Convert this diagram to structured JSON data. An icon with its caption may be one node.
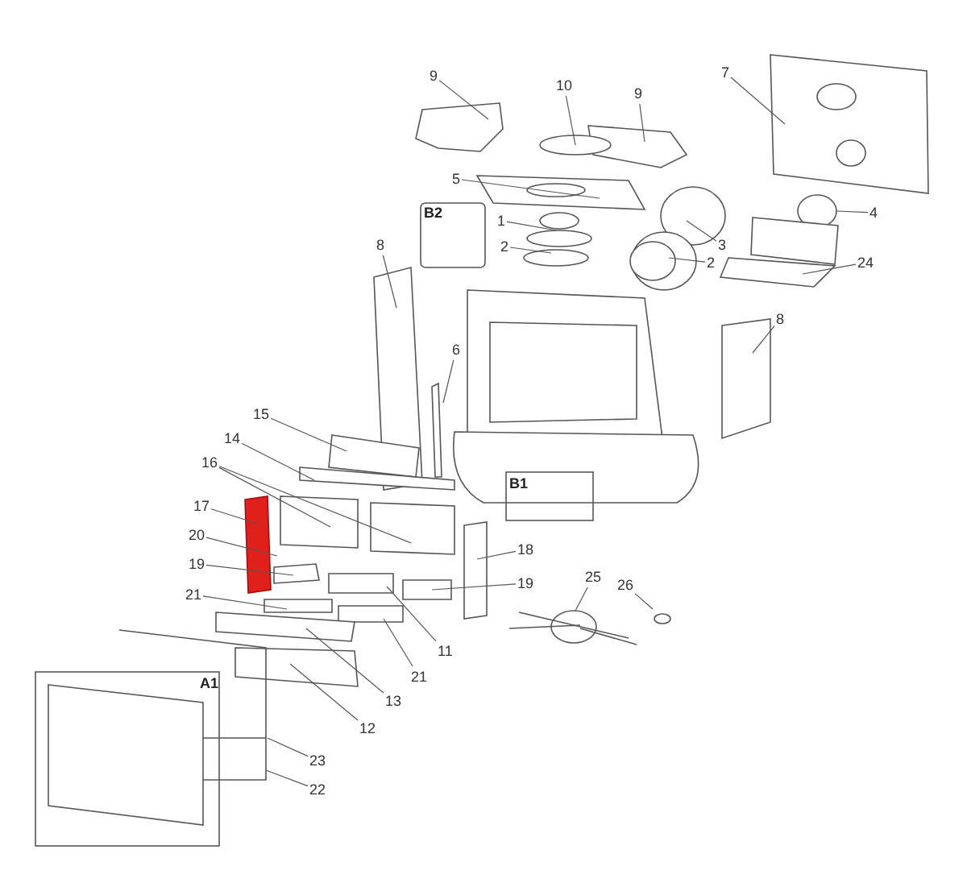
{
  "diagram": {
    "nodes": [
      {
        "text": [
          "9"
        ]
      },
      {
        "text": [
          "10"
        ]
      },
      {
        "text": [
          "9"
        ]
      },
      {
        "text": [
          "7"
        ]
      },
      {
        "text": [
          "5"
        ]
      },
      {
        "text": [
          "4"
        ]
      },
      {
        "text": [
          "1"
        ]
      },
      {
        "text": [
          "8"
        ]
      },
      {
        "text": [
          "2"
        ]
      },
      {
        "text": [
          "3"
        ]
      },
      {
        "text": [
          "2"
        ]
      },
      {
        "text": [
          "24"
        ]
      },
      {
        "text": [
          "8"
        ]
      },
      {
        "text": [
          "6"
        ]
      },
      {
        "text": [
          "15"
        ]
      },
      {
        "text": [
          "14"
        ]
      },
      {
        "text": [
          "16"
        ]
      },
      {
        "text": [
          "17"
        ]
      },
      {
        "text": [
          "20"
        ]
      },
      {
        "text": [
          "18"
        ]
      },
      {
        "text": [
          "19"
        ]
      },
      {
        "text": [
          "19"
        ]
      },
      {
        "text": [
          "25"
        ]
      },
      {
        "text": [
          "26"
        ]
      },
      {
        "text": [
          "21"
        ]
      },
      {
        "text": [
          "11"
        ]
      },
      {
        "text": [
          "21"
        ]
      },
      {
        "text": [
          "13"
        ]
      },
      {
        "text": [
          "12"
        ]
      },
      {
        "text": [
          "23"
        ]
      },
      {
        "text": [
          "22"
        ]
      }
    ],
    "edges": [
      {
        "from": 0,
        "to": null,
        "arrow": "none"
      },
      {
        "from": 1,
        "to": null,
        "arrow": "none"
      },
      {
        "from": 2,
        "to": null,
        "arrow": "none"
      },
      {
        "from": 3,
        "to": null,
        "arrow": "none"
      },
      {
        "from": 4,
        "to": null,
        "arrow": "none"
      },
      {
        "from": 5,
        "to": null,
        "arrow": "none"
      },
      {
        "from": 6,
        "to": null,
        "arrow": "none"
      },
      {
        "from": 7,
        "to": null,
        "arrow": "none"
      },
      {
        "from": 8,
        "to": null,
        "arrow": "none"
      },
      {
        "from": 9,
        "to": null,
        "arrow": "none"
      },
      {
        "from": 10,
        "to": null,
        "arrow": "none"
      },
      {
        "from": 11,
        "to": null,
        "arrow": "none"
      },
      {
        "from": 12,
        "to": null,
        "arrow": "none"
      },
      {
        "from": 13,
        "to": null,
        "arrow": "none"
      },
      {
        "from": 14,
        "to": null,
        "arrow": "none"
      },
      {
        "from": 15,
        "to": null,
        "arrow": "none"
      },
      {
        "from": 16,
        "to": null,
        "arrow": "none"
      },
      {
        "from": 16,
        "to": null,
        "arrow": "none"
      },
      {
        "from": 17,
        "to": null,
        "arrow": "none"
      },
      {
        "from": 18,
        "to": null,
        "arrow": "none"
      },
      {
        "from": 19,
        "to": null,
        "arrow": "none"
      },
      {
        "from": 20,
        "to": null,
        "arrow": "none"
      },
      {
        "from": 21,
        "to": null,
        "arrow": "none"
      },
      {
        "from": 22,
        "to": null,
        "arrow": "none"
      },
      {
        "from": 23,
        "to": null,
        "arrow": "none"
      },
      {
        "from": 24,
        "to": null,
        "arrow": "none"
      },
      {
        "from": 25,
        "to": null,
        "arrow": "none"
      },
      {
        "from": 26,
        "to": null,
        "arrow": "none"
      },
      {
        "from": 27,
        "to": null,
        "arrow": "none"
      },
      {
        "from": 28,
        "to": null,
        "arrow": "none"
      },
      {
        "from": 29,
        "to": null,
        "arrow": "none"
      },
      {
        "from": 30,
        "to": null,
        "arrow": "none"
      }
    ],
    "labels": [
      "B2",
      "B1",
      "A1"
    ]
  }
}
